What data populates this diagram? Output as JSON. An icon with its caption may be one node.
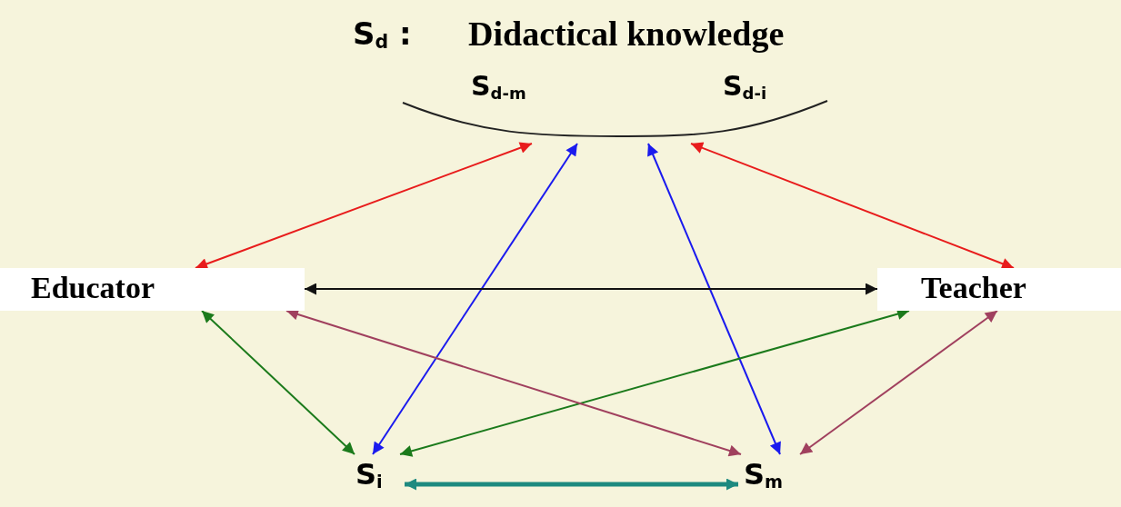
{
  "diagram": {
    "nodes": [
      {
        "text": [
          "S$_{d-m}$",
          "S$_{d-i}$"
        ]
      },
      {
        "text": [
          "Educator"
        ]
      },
      {
        "text": [
          "Teacher"
        ]
      },
      {
        "text": [
          "S$_{i}$"
        ]
      },
      {
        "text": [
          "S$_{m}$"
        ]
      }
    ],
    "edges": [
      {
        "from": 1,
        "to": 0,
        "arrow": "both",
        "color": "#e81c1c"
      },
      {
        "from": 2,
        "to": 0,
        "arrow": "both",
        "color": "#e81c1c"
      },
      {
        "from": 3,
        "to": 0,
        "arrow": "both",
        "color": "#1a1aee"
      },
      {
        "from": 4,
        "to": 0,
        "arrow": "both",
        "color": "#1a1aee"
      },
      {
        "from": 1,
        "to": 2,
        "arrow": "both",
        "color": "#111111"
      },
      {
        "from": 1,
        "to": 3,
        "arrow": "both",
        "color": "#1b7a1b"
      },
      {
        "from": 2,
        "to": 3,
        "arrow": "both",
        "color": "#1b7a1b"
      },
      {
        "from": 1,
        "to": 4,
        "arrow": "both",
        "color": "#a0405e"
      },
      {
        "from": 2,
        "to": 4,
        "arrow": "both",
        "color": "#a0405e"
      },
      {
        "from": 3,
        "to": 4,
        "arrow": "both",
        "style": "thick",
        "color": "#1e8a80"
      }
    ],
    "labels": [
      "S$_{d}$ :",
      "Didactical knowledge"
    ]
  }
}
